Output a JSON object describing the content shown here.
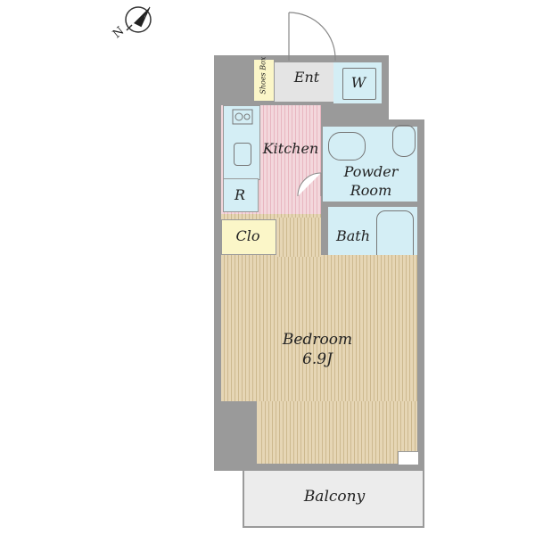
{
  "compass": {
    "label": "N"
  },
  "rooms": {
    "entrance": "Ent",
    "washer": "W",
    "shoes_box": "Shoes Box",
    "kitchen": "Kitchen",
    "refrigerator": "R",
    "powder_room_line1": "Powder",
    "powder_room_line2": "Room",
    "bath": "Bath",
    "closet": "Clo",
    "bedroom": "Bedroom",
    "bedroom_size": "6.9J",
    "balcony": "Balcony"
  },
  "colors": {
    "wall": "#9a9a9a",
    "wet_area": "#d4eef5",
    "kitchen_floor": "#f3d7dc",
    "bedroom_floor": "#e6d6b5",
    "closet": "#fbf6c8",
    "balcony": "#ececec"
  }
}
